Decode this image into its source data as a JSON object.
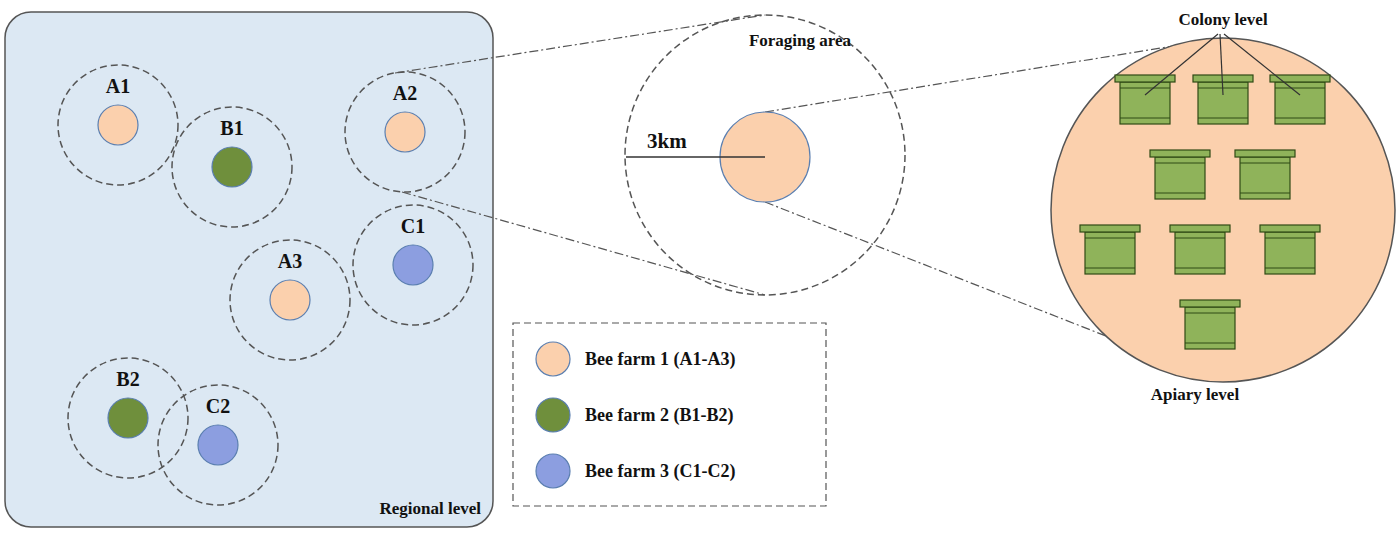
{
  "diagram": {
    "nodes": [
      {
        "text": [
          "Regional level"
        ]
      },
      {
        "text": [
          "A1"
        ],
        "in": 0
      },
      {
        "text": [
          "B1"
        ],
        "in": 0
      },
      {
        "text": [
          "A2"
        ],
        "in": 0
      },
      {
        "text": [
          "C1"
        ],
        "in": 0
      },
      {
        "text": [
          "A3"
        ],
        "in": 0
      },
      {
        "text": [
          "B2"
        ],
        "in": 0
      },
      {
        "text": [
          "C2"
        ],
        "in": 0
      },
      {
        "text": [
          "Foraging area",
          "3km"
        ]
      },
      {
        "text": [
          "Colony level",
          "Apiary level"
        ]
      }
    ],
    "legend": [
      {
        "text": "Bee farm 1 (A1-A3)",
        "color": "#fbd0ad"
      },
      {
        "text": "Bee farm 2 (B1-B2)",
        "color": "#6f8f3c"
      },
      {
        "text": "Bee farm 3 (C1-C2)",
        "color": "#8c9ee0"
      }
    ]
  }
}
